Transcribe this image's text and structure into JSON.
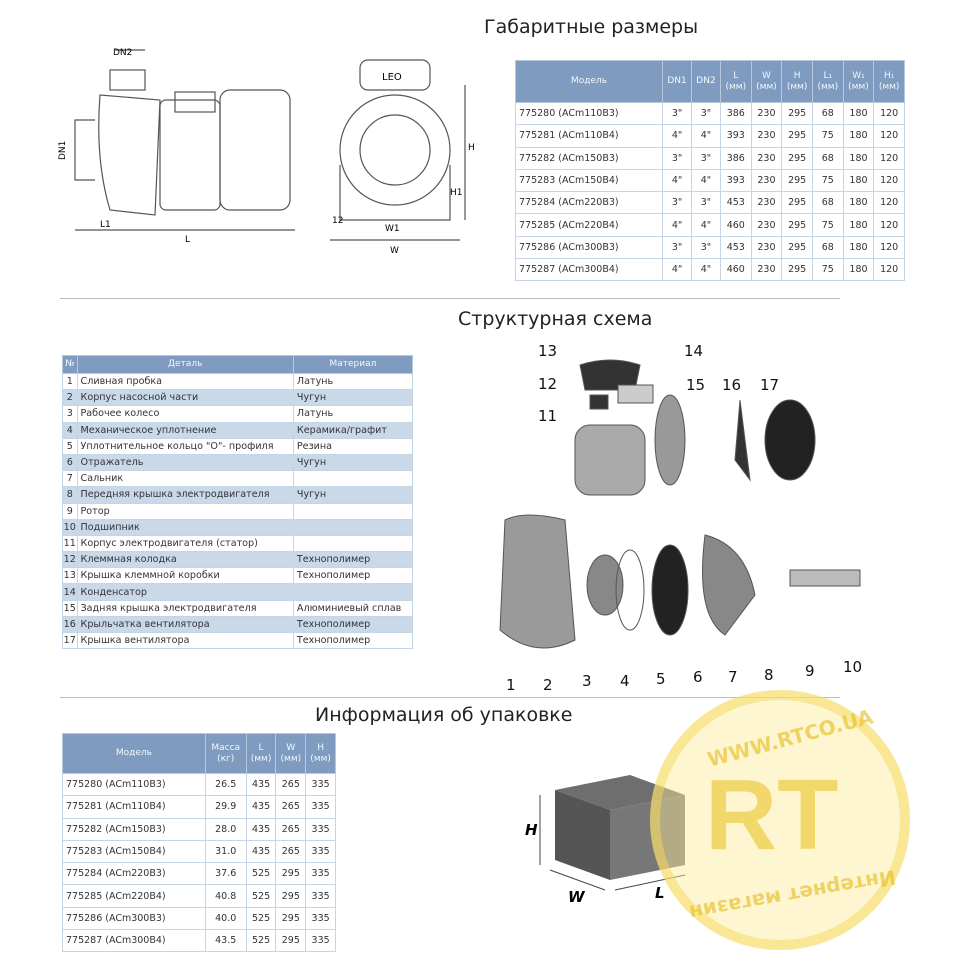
{
  "dimensions": {
    "title": "Габаритные размеры",
    "headers": [
      "Модель",
      "DN1",
      "DN2",
      "L\n(мм)",
      "W\n(мм)",
      "H\n(мм)",
      "L₁\n(мм)",
      "W₁\n(мм)",
      "H₁\n(мм)"
    ],
    "rows": [
      [
        "775280 (ACm110B3)",
        "3\"",
        "3\"",
        "386",
        "230",
        "295",
        "68",
        "180",
        "120"
      ],
      [
        "775281 (ACm110B4)",
        "4\"",
        "4\"",
        "393",
        "230",
        "295",
        "75",
        "180",
        "120"
      ],
      [
        "775282 (ACm150B3)",
        "3\"",
        "3\"",
        "386",
        "230",
        "295",
        "68",
        "180",
        "120"
      ],
      [
        "775283 (ACm150B4)",
        "4\"",
        "4\"",
        "393",
        "230",
        "295",
        "75",
        "180",
        "120"
      ],
      [
        "775284 (ACm220B3)",
        "3\"",
        "3\"",
        "453",
        "230",
        "295",
        "68",
        "180",
        "120"
      ],
      [
        "775285 (ACm220B4)",
        "4\"",
        "4\"",
        "460",
        "230",
        "295",
        "75",
        "180",
        "120"
      ],
      [
        "775286 (ACm300B3)",
        "3\"",
        "3\"",
        "453",
        "230",
        "295",
        "68",
        "180",
        "120"
      ],
      [
        "775287 (ACm300B4)",
        "4\"",
        "4\"",
        "460",
        "230",
        "295",
        "75",
        "180",
        "120"
      ]
    ],
    "drawing_labels": {
      "dn2": "DN2",
      "dn1": "DN1",
      "l1": "L1",
      "l": "L",
      "h": "H",
      "h1": "H1",
      "w1": "W1",
      "w": "W",
      "l2": "12",
      "brand": "LEO"
    }
  },
  "structure": {
    "title": "Структурная схема",
    "headers": [
      "№",
      "Деталь",
      "Материал"
    ],
    "rows": [
      [
        "1",
        "Сливная пробка",
        "Латунь"
      ],
      [
        "2",
        "Корпус насосной части",
        "Чугун"
      ],
      [
        "3",
        "Рабочее колесо",
        "Латунь"
      ],
      [
        "4",
        "Механическое уплотнение",
        "Керамика/графит"
      ],
      [
        "5",
        "Уплотнительное кольцо \"О\"- профиля",
        "Резина"
      ],
      [
        "6",
        "Отражатель",
        "Чугун"
      ],
      [
        "7",
        "Сальник",
        ""
      ],
      [
        "8",
        "Передняя крышка электродвигателя",
        "Чугун"
      ],
      [
        "9",
        "Ротор",
        ""
      ],
      [
        "10",
        "Подшипник",
        ""
      ],
      [
        "11",
        "Корпус электродвигателя (статор)",
        ""
      ],
      [
        "12",
        "Клеммная колодка",
        "Технополимер"
      ],
      [
        "13",
        "Крышка клеммной коробки",
        "Технополимер"
      ],
      [
        "14",
        "Конденсатор",
        ""
      ],
      [
        "15",
        "Задняя крышка электродвигателя",
        "Алюминиевый сплав"
      ],
      [
        "16",
        "Крыльчатка вентилятора",
        "Технополимер"
      ],
      [
        "17",
        "Крышка вентилятора",
        "Технополимер"
      ]
    ],
    "callouts": [
      "1",
      "2",
      "3",
      "4",
      "5",
      "6",
      "7",
      "8",
      "9",
      "10",
      "11",
      "12",
      "13",
      "14",
      "15",
      "16",
      "17"
    ]
  },
  "packaging": {
    "title": "Информация об упаковке",
    "headers": [
      "Модель",
      "Масса\n(кг)",
      "L\n(мм)",
      "W\n(мм)",
      "H\n(мм)"
    ],
    "rows": [
      [
        "775280 (ACm110B3)",
        "26.5",
        "435",
        "265",
        "335"
      ],
      [
        "775281 (ACm110B4)",
        "29.9",
        "435",
        "265",
        "335"
      ],
      [
        "775282 (ACm150B3)",
        "28.0",
        "435",
        "265",
        "335"
      ],
      [
        "775283 (ACm150B4)",
        "31.0",
        "435",
        "265",
        "335"
      ],
      [
        "775284 (ACm220B3)",
        "37.6",
        "525",
        "295",
        "335"
      ],
      [
        "775285 (ACm220B4)",
        "40.8",
        "525",
        "295",
        "335"
      ],
      [
        "775286 (ACm300B3)",
        "40.0",
        "525",
        "295",
        "335"
      ],
      [
        "775287 (ACm300B4)",
        "43.5",
        "525",
        "295",
        "335"
      ]
    ],
    "box_labels": {
      "h": "H",
      "w": "W",
      "l": "L"
    }
  },
  "watermark": {
    "logo": "RT",
    "url": "WWW.RTCO.UA",
    "shop": "Интернет магазин"
  },
  "colors": {
    "header": "#7f9cc0",
    "alt_row": "#c9d9ea"
  }
}
